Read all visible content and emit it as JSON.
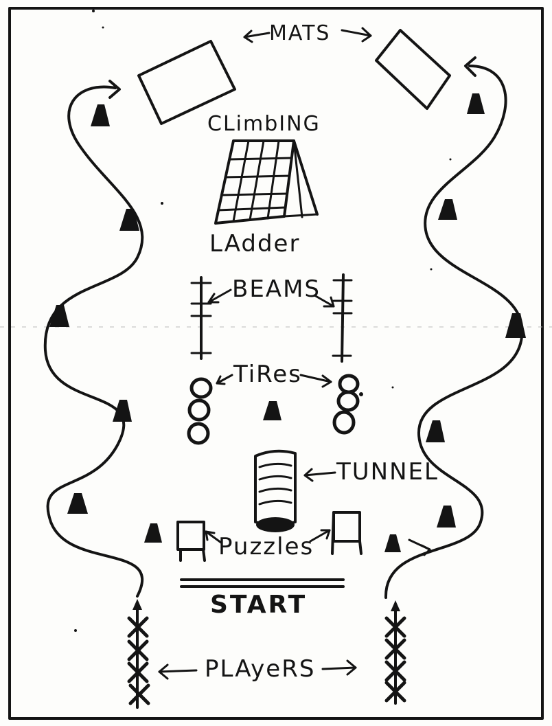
{
  "labels": {
    "mats": "MATS",
    "climbing": "CLimbING",
    "ladder": "LAdder",
    "beams": "BEAMS",
    "tires": "TiRes",
    "tunnel": "TUNNEL",
    "puzzles": "Puzzles",
    "start": "START",
    "players": "PLAyeRS"
  },
  "colors": {
    "ink": "#141414",
    "paper": "#fdfdfb"
  },
  "icons": [
    "cone-icon",
    "mat-icon",
    "climbing-ladder-icon",
    "beam-icon",
    "tire-icon",
    "tunnel-icon",
    "puzzle-icon",
    "player-x-icon",
    "arrow-icon"
  ]
}
